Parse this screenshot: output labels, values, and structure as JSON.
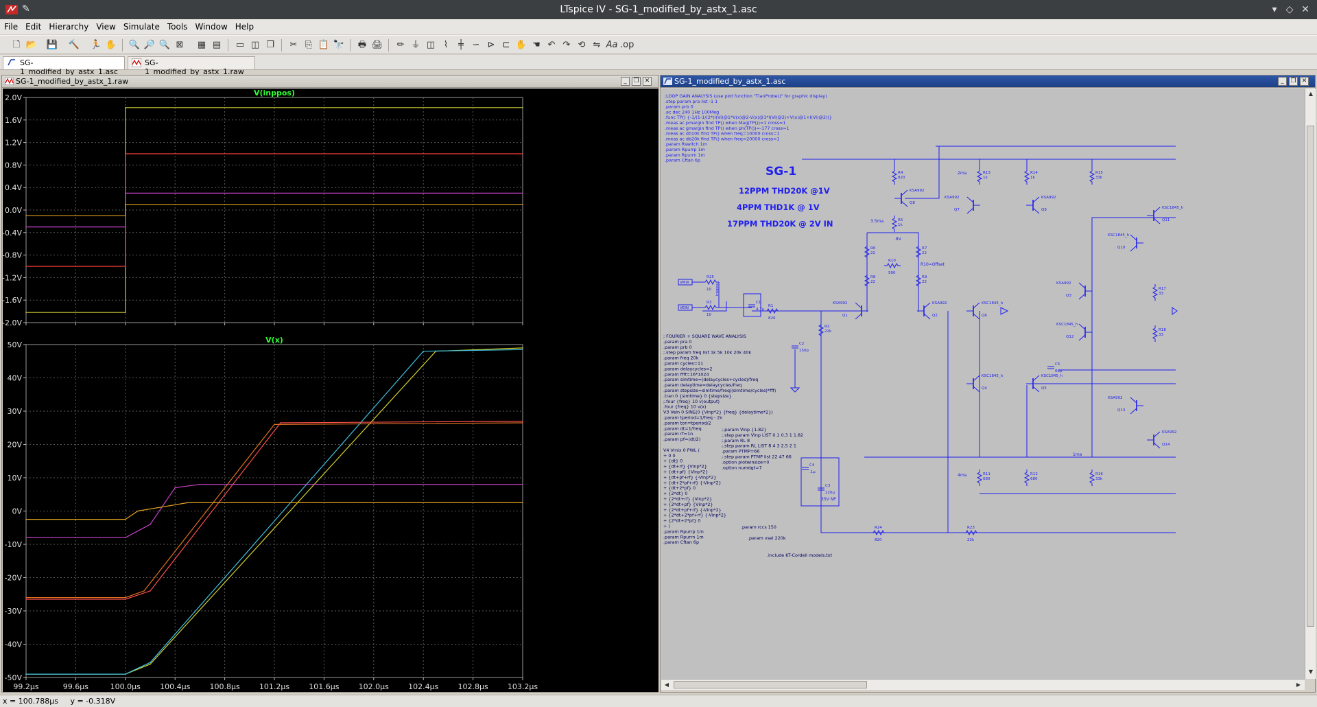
{
  "window": {
    "title": "LTspice IV - SG-1_modified_by_astx_1.asc"
  },
  "menus": [
    "File",
    "Edit",
    "Hierarchy",
    "View",
    "Simulate",
    "Tools",
    "Window",
    "Help"
  ],
  "toolbar": [
    "new-schematic",
    "open",
    "save",
    "control-panel",
    "run",
    "halt",
    "zoom-in",
    "zoom-area",
    "zoom-out",
    "zoom-fit",
    "autorange",
    "grid",
    "tile-h",
    "tile-v",
    "cascade",
    "cut",
    "copy",
    "paste",
    "find",
    "print-preview",
    "print",
    "draw-wire",
    "ground",
    "label",
    "resistor",
    "capacitor",
    "inductor",
    "diode",
    "component",
    "move",
    "drag",
    "undo",
    "redo",
    "rotate",
    "mirror",
    "text",
    "spice-directive"
  ],
  "tabs": [
    {
      "label": "SG-1_modified_by_astx_1.asc",
      "active": true
    },
    {
      "label": "SG-1_modified_by_astx_1.raw",
      "active": false
    }
  ],
  "waveform_window": {
    "title": "SG-1_modified_by_astx_1.raw"
  },
  "schematic_window": {
    "title": "SG-1_modified_by_astx_1.asc"
  },
  "chart_data": [
    {
      "type": "line",
      "title": "V(inppos)",
      "x_ticks": [
        "99.2µs",
        "99.6µs",
        "100.0µs",
        "100.4µs",
        "100.8µs",
        "101.2µs",
        "101.6µs",
        "102.0µs",
        "102.4µs",
        "102.8µs",
        "103.2µs"
      ],
      "y_ticks": [
        "2.0V",
        "1.6V",
        "1.2V",
        "0.8V",
        "0.4V",
        "0.0V",
        "-0.4V",
        "-0.8V",
        "-1.2V",
        "-1.6V",
        "-2.0V"
      ],
      "xlim": [
        99.2,
        103.2
      ],
      "ylim": [
        -2.0,
        2.0
      ],
      "series": [
        {
          "color": "#c8c832",
          "points": [
            [
              99.2,
              -1.82
            ],
            [
              100.0,
              -1.82
            ],
            [
              100.0,
              1.82
            ],
            [
              103.2,
              1.82
            ]
          ]
        },
        {
          "color": "#ff3c3c",
          "points": [
            [
              99.2,
              -1.0
            ],
            [
              100.0,
              -1.0
            ],
            [
              100.0,
              1.0
            ],
            [
              103.2,
              1.0
            ]
          ]
        },
        {
          "color": "#cc44cc",
          "points": [
            [
              99.2,
              -0.3
            ],
            [
              100.0,
              -0.3
            ],
            [
              100.0,
              0.3
            ],
            [
              103.2,
              0.3
            ]
          ]
        },
        {
          "color": "#e0a020",
          "points": [
            [
              99.2,
              -0.1
            ],
            [
              100.0,
              -0.1
            ],
            [
              100.0,
              0.1
            ],
            [
              103.2,
              0.1
            ]
          ]
        }
      ]
    },
    {
      "type": "line",
      "title": "V(x)",
      "x_ticks": [
        "99.2µs",
        "99.6µs",
        "100.0µs",
        "100.4µs",
        "100.8µs",
        "101.2µs",
        "101.6µs",
        "102.0µs",
        "102.4µs",
        "102.8µs",
        "103.2µs"
      ],
      "y_ticks": [
        "50V",
        "40V",
        "30V",
        "20V",
        "10V",
        "0V",
        "-10V",
        "-20V",
        "-30V",
        "-40V",
        "-50V"
      ],
      "xlim": [
        99.2,
        103.2
      ],
      "ylim": [
        -50,
        50
      ],
      "series": [
        {
          "color": "#d4d430",
          "points": [
            [
              99.2,
              -49
            ],
            [
              100.0,
              -49
            ],
            [
              100.2,
              -46
            ],
            [
              102.5,
              48
            ],
            [
              103.2,
              49
            ]
          ]
        },
        {
          "color": "#40c0e0",
          "points": [
            [
              99.2,
              -49
            ],
            [
              100.0,
              -49
            ],
            [
              100.2,
              -45.5
            ],
            [
              102.4,
              48
            ],
            [
              103.2,
              48.5
            ]
          ]
        },
        {
          "color": "#ff5050",
          "points": [
            [
              99.2,
              -26.5
            ],
            [
              100.0,
              -26.5
            ],
            [
              100.2,
              -24
            ],
            [
              101.25,
              26.5
            ],
            [
              103.2,
              27
            ]
          ]
        },
        {
          "color": "#e07020",
          "points": [
            [
              99.2,
              -26
            ],
            [
              100.0,
              -26
            ],
            [
              100.15,
              -24
            ],
            [
              101.2,
              26
            ],
            [
              103.2,
              26.5
            ]
          ]
        },
        {
          "color": "#cc44cc",
          "points": [
            [
              99.2,
              -8
            ],
            [
              100.0,
              -8
            ],
            [
              100.2,
              -4
            ],
            [
              100.4,
              7
            ],
            [
              100.6,
              8
            ],
            [
              103.2,
              8
            ]
          ]
        },
        {
          "color": "#e0a020",
          "points": [
            [
              99.2,
              -2.5
            ],
            [
              100.0,
              -2.5
            ],
            [
              100.1,
              0
            ],
            [
              100.5,
              2.5
            ],
            [
              103.2,
              2.5
            ]
          ]
        }
      ]
    }
  ],
  "schematic": {
    "loop_gain_block": [
      ";LOOP GAIN ANALYSIS (use plot function \"TlanProbe()\" for graphic display)",
      ".step param pra list -1 1",
      ".param prb 0",
      ".ac dec 240 1Hz 100Meg",
      ".func TP() {-1/(1-1/(2*(I(Vi)@1*V(x)@2-V(x)@1*I(Vi)@2)+V(x)@1+I(Vi)@2))}",
      ".meas ac pmargin find TP() when Mag(TP())=1 cross=1",
      ".meas ac gmargin find TP() when ph(TP())=-177 cross=1",
      ".meas ac db10k find TP() when freq=10000 cross=1",
      ".meas ac db20k find TP() when freq=20000 cross=1",
      ".param Rswitch 1m",
      ".param Rpurrp 1m",
      ".param Rpurrn 1m",
      ".param Cftan 6p"
    ],
    "headline": "SG-1",
    "specs": [
      "12PPM THD20K @1V",
      "4PPM THD1K @ 1V",
      "17PPM THD20K @ 2V IN"
    ],
    "fourier_block": [
      "; FOURIER + SQUARE WAVE ANALYSIS",
      ".param pra 0",
      ".param prb 0",
      ";.step param freq list 1k 5k 10k 20k 40k",
      ".param freq 20k",
      ".param cycles=11",
      ".param delaycycles=2",
      ".param ffff=16*1024",
      ".param simtime=(delaycycles+cycles)/freq",
      ".param delaytime=delaycycles/freq",
      ".param stepsize=simtime/freq/(simtime/cycles)*fff)",
      ".tran 0 {simtime} 0 {stepsize}",
      ";.four {freq} 10 v(output)",
      ".four {freq} 10 v(x)",
      "V3 Vein 0 SINE(0 {Vinp*2} {freq} {delaytime*2})",
      ".param tperiod=1/freq - 2n",
      ".param ton=tperiod/2",
      ".param dt=1/freq",
      ".param rf=1n",
      ".param pf=(dt/2)",
      "",
      "V4 Vmix 0 PWL (",
      "+ 0 0",
      "+ {dt} 0",
      "+ {dt+rf} {Vinp*2}",
      "+ {dt+pf} {Vinp*2}",
      "+ {dt+pf+rf} {-Vinp*2}",
      "+ {dt+2*pf+rf} {-Vinp*2}",
      "+ {dt+2*pf} 0",
      "+ {2*dt} 0",
      "+ {2*dt+rf} {Vinp*2}",
      "+ {2*dt+pf} {Vinp*2}",
      "+ {2*dt+pf+rf} {-Vinp*2}",
      "+ {2*dt+2*pf+rf} {-Vinp*2}",
      "+ {2*dt+2*pf} 0",
      "+ )",
      ".param Rpurrp 1m",
      ".param Rpurrn 1m",
      ".param Cftan 6p"
    ],
    "param_block": [
      ";.param Vinp {1.82}",
      ";.step param Vinp LIST 0.1 0.3 1 1.82",
      ";.param RL 8",
      ";.step param RL LIST 8 4 3 2.5 2 1",
      ".param PTMP=66",
      ";.step param PTMP list 22 47 66",
      ".option plotwinsize=0",
      ".option numdgt=7"
    ],
    "misc_directives": [
      ".param rccs 150",
      ".param vsel 220k",
      ".include KT-Cordell models.txt"
    ],
    "components": [
      {
        "ref": "R4",
        "value": "820"
      },
      {
        "ref": "R13",
        "value": "1k"
      },
      {
        "ref": "R14",
        "value": "1k"
      },
      {
        "ref": "R15",
        "value": "33k"
      },
      {
        "ref": "Q8",
        "value": "KSA992"
      },
      {
        "ref": "Q7",
        "value": "KSA992"
      },
      {
        "ref": "Q9",
        "value": "KSA992"
      },
      {
        "ref": "Q11",
        "value": "KSC1845_h"
      },
      {
        "ref": "Q10",
        "value": "KSC1845_h"
      },
      {
        "ref": "R5",
        "value": "1k"
      },
      {
        "ref": "R6",
        "value": "22"
      },
      {
        "ref": "R7",
        "value": "22"
      },
      {
        "ref": "R10",
        "value": "500"
      },
      {
        "ref": "R8",
        "value": "22"
      },
      {
        "ref": "R9",
        "value": "22"
      },
      {
        "ref": "R25",
        "value": "10"
      },
      {
        "ref": "R3",
        "value": "10"
      },
      {
        "ref": "C1",
        "value": "4.7µ"
      },
      {
        "ref": "R1",
        "value": "820"
      },
      {
        "ref": "Q1",
        "value": "KSA992"
      },
      {
        "ref": "Q2",
        "value": "KSA992"
      },
      {
        "ref": "Q3",
        "value": "KSA992"
      },
      {
        "ref": "Q6",
        "value": "KSC1845_h"
      },
      {
        "ref": "R17",
        "value": "33"
      },
      {
        "ref": "R18",
        "value": "33"
      },
      {
        "ref": "Q12",
        "value": "KSC1845_h"
      },
      {
        "ref": "R2",
        "value": "22k"
      },
      {
        "ref": "C2",
        "value": "150p"
      },
      {
        "ref": "C5",
        "value": "68p"
      },
      {
        "ref": "Q4",
        "value": "KSC1845_h"
      },
      {
        "ref": "Q5",
        "value": "KSC1845_h"
      },
      {
        "ref": "Q13",
        "value": "KSA992"
      },
      {
        "ref": "Q14",
        "value": "KSA992"
      },
      {
        "ref": "C4",
        "value": ".1µ"
      },
      {
        "ref": "C3",
        "value": "220µ"
      },
      {
        "ref": "R11",
        "value": "680"
      },
      {
        "ref": "R12",
        "value": "680"
      },
      {
        "ref": "R16",
        "value": "33k"
      },
      {
        "ref": "R24",
        "value": "820"
      },
      {
        "ref": "R23",
        "value": "22k"
      }
    ],
    "labels": {
      "ma2": "2ma",
      "ma35": "3.5ma",
      "v8": ".8V",
      "r10_offset": "R10=Offset",
      "ma4": "4ma",
      "ma1": "1ma",
      "c3_note": "35V NP",
      "vmix": "VMIX",
      "vein": "VEIN",
      "inppos": "inppos"
    }
  },
  "status": {
    "x": "x = 100.788µs",
    "y": "y = -0.318V"
  }
}
